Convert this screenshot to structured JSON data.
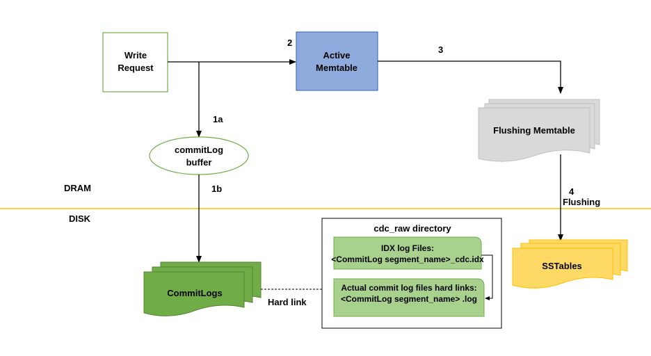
{
  "nodes": {
    "write_request": {
      "line1": "Write",
      "line2": "Request"
    },
    "active_memtable": {
      "line1": "Active",
      "line2": "Memtable"
    },
    "commitlog_buffer": {
      "line1": "commitLog",
      "line2": "buffer"
    },
    "flushing_memtable": {
      "label": "Flushing Memtable"
    },
    "commitlogs": {
      "label": "CommitLogs"
    },
    "sstables": {
      "label": "SSTables"
    },
    "cdc_dir": {
      "title": "cdc_raw directory",
      "idx_line1": "IDX log Files:",
      "idx_line2": "<CommitLog segment_name>_cdc.idx",
      "log_line1": "Actual commit log files hard links:",
      "log_line2": "<CommitLog segment_name> .log"
    }
  },
  "steps": {
    "s1a": "1a",
    "s1b": "1b",
    "s2": "2",
    "s3": "3",
    "s4": "4",
    "s4_label": "Flushing"
  },
  "zones": {
    "dram": "DRAM",
    "disk": "DISK"
  },
  "link_label": "Hard link",
  "colors": {
    "green_border": "#70ad47",
    "blue_fill": "#8faadc",
    "blue_border": "#4472c4",
    "gray_fill": "#d9d9d9",
    "gray_border": "#bfbfbf",
    "dark_green": "#70ad47",
    "light_green": "#a9d18e",
    "gold_fill": "#ffd966",
    "gold_border": "#ffc000",
    "divider": "#ffc000"
  }
}
